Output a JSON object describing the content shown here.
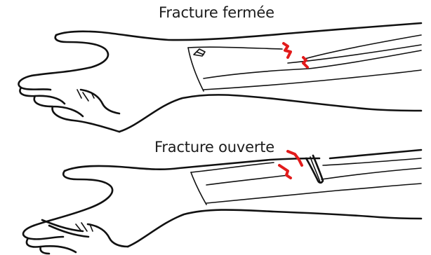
{
  "labels": {
    "closed": "Fracture fermée",
    "open": "Fracture ouverte"
  },
  "colors": {
    "background": "#ffffff",
    "ink": "#111111",
    "fracture": "#e21b1b"
  },
  "figures": [
    {
      "name": "closed-fracture-arm",
      "label_key": "closed"
    },
    {
      "name": "open-fracture-arm",
      "label_key": "open"
    }
  ]
}
